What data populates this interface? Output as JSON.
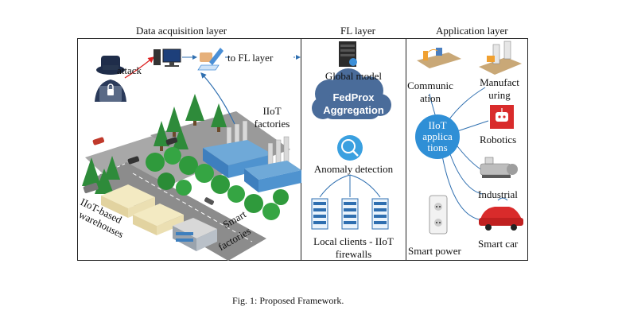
{
  "headers": {
    "data_acquisition": "Data acquisition layer",
    "fl": "FL layer",
    "application": "Application layer"
  },
  "data_acquisition": {
    "attack": "attack",
    "to_fl": "to FL layer",
    "iiot_factories_line1": "IIoT",
    "iiot_factories_line2": "factories",
    "warehouses_line1": "IIoT-based",
    "warehouses_line2": "warehouses",
    "smart_factories_line1": "Smart",
    "smart_factories_line2": "factories"
  },
  "fl_layer": {
    "global_model": "Global model",
    "fedprox_line1": "FedProx",
    "fedprox_line2": "Aggregation",
    "anomaly": "Anomaly detection",
    "clients_line1": "Local clients - IIoT",
    "clients_line2": "firewalls"
  },
  "application_layer": {
    "hub_line1": "IIoT",
    "hub_line2": "applica",
    "hub_line3": "tions",
    "communication_line1": "Communic",
    "communication_line2": "ation",
    "manufacturing_line1": "Manufact",
    "manufacturing_line2": "uring",
    "robotics": "Robotics",
    "industrial": "Industrial",
    "smart_power": "Smart power",
    "smart_car": "Smart car"
  },
  "caption": "Fig. 1: Proposed Framework.",
  "colors": {
    "accent_blue": "#2f8fd6",
    "cloud_blue": "#4a6c9a",
    "tree_green": "#2e8b3a",
    "road_gray": "#8c8c8c",
    "robot_red": "#d92b2b"
  }
}
